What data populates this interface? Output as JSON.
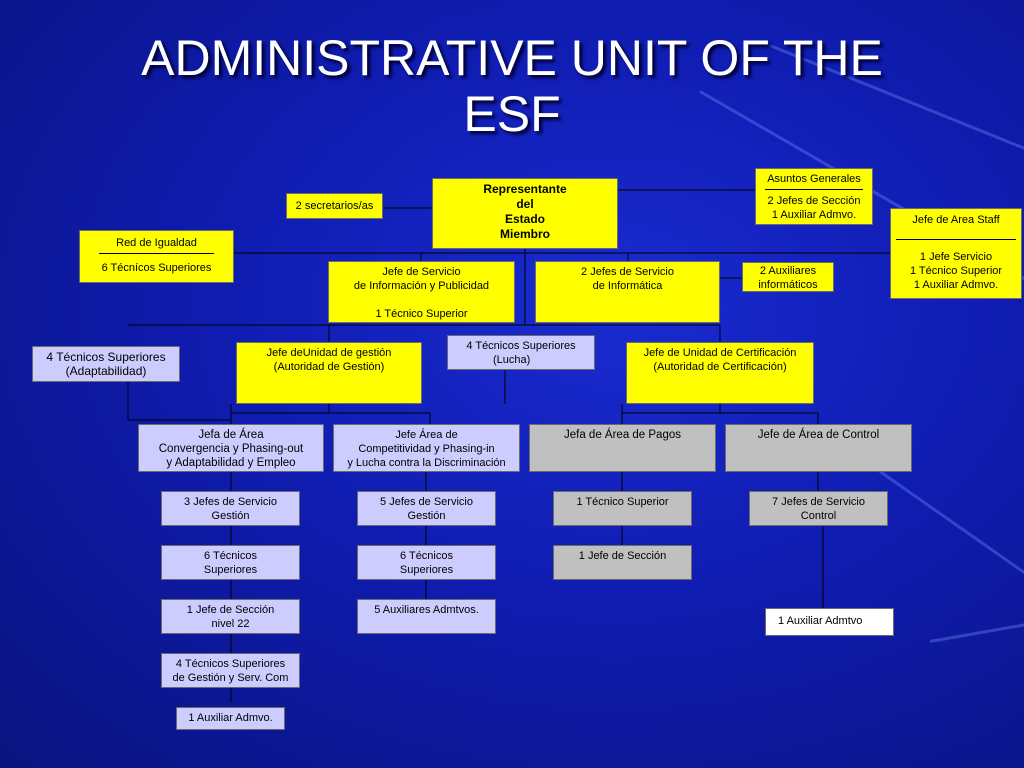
{
  "title": {
    "line1": "ADMINISTRATIVE UNIT OF THE",
    "line2": "ESF"
  },
  "colors": {
    "background": "#0f1cb0",
    "yellow": "#ffff00",
    "lavender": "#ccccff",
    "gray": "#c0c0c0",
    "white": "#ffffff",
    "connector": "#000000"
  },
  "nodes": {
    "representante": [
      "Representante",
      "del",
      "Estado",
      "Miembro"
    ],
    "secretarios": [
      "2 secretarios/as"
    ],
    "asuntos_generales": {
      "header": "Asuntos Generales",
      "items": [
        "2 Jefes de Sección",
        "1 Auxiliar Admvo."
      ]
    },
    "jefe_area_staff": {
      "header": "Jefe de Area Staff",
      "items": [
        "1 Jefe Servicio",
        "1 Técnico Superior",
        "1 Auxiliar Admvo."
      ]
    },
    "red_igualdad": {
      "header": "Red de Igualdad",
      "items": [
        "6 Técnícos Superiores"
      ]
    },
    "jefe_servicio_info": [
      "Jefe de Servicio",
      "de Información y Publicidad",
      "",
      "1 Técnico Superior"
    ],
    "jefes_informatica": [
      "2 Jefes de Servicio",
      "de Informática"
    ],
    "auxiliares_informaticos": [
      "2 Auxiliares",
      "informáticos"
    ],
    "tecnicos_adaptabilidad": [
      "4 Técnicos Superiores",
      "(Adaptabilidad)"
    ],
    "jefe_unidad_gestion": [
      "Jefe deUnidad de gestión",
      "(Autoridad de Gestión)"
    ],
    "tecnicos_lucha": [
      "4 Técnicos Superiores",
      "(Lucha)"
    ],
    "jefe_unidad_certificacion": [
      "Jefe de Unidad de Certificación",
      "(Autoridad de Certificación)"
    ],
    "jefa_area_convergencia": [
      "Jefa de Área",
      "Convergencia y Phasing-out",
      "y Adaptabilidad y Empleo"
    ],
    "jefe_area_competitividad": [
      "Jefe Área de",
      "Competitividad y Phasing-in",
      "y Lucha contra la Discriminación"
    ],
    "jefa_area_pagos": [
      "Jefa de Área de Pagos"
    ],
    "jefe_area_control": [
      "Jefe de Área de Control"
    ],
    "c1_jefes_servicio": [
      "3 Jefes de Servicio",
      "Gestión"
    ],
    "c1_tecnicos": [
      "6 Técnicos",
      "Superiores"
    ],
    "c1_jefe_seccion": [
      "1 Jefe de Sección",
      "nivel 22"
    ],
    "c1_tecnicos_gestion": [
      "4 Técnicos Superiores",
      "de Gestión y Serv. Com"
    ],
    "c1_auxiliar": [
      "1 Auxiliar Admvo."
    ],
    "c2_jefes_servicio": [
      "5 Jefes de Servicio",
      "Gestión"
    ],
    "c2_tecnicos": [
      "6 Técnicos",
      "Superiores"
    ],
    "c2_auxiliares": [
      "5 Auxiliares Admtvos."
    ],
    "c3_tecnico": [
      "1 Técnico Superior"
    ],
    "c3_jefe_seccion": [
      "1 Jefe de Sección"
    ],
    "c4_jefes_servicio": [
      "7 Jefes de Servicio",
      "Control"
    ],
    "c4_auxiliar": [
      "1 Auxiliar Admtvo"
    ]
  }
}
